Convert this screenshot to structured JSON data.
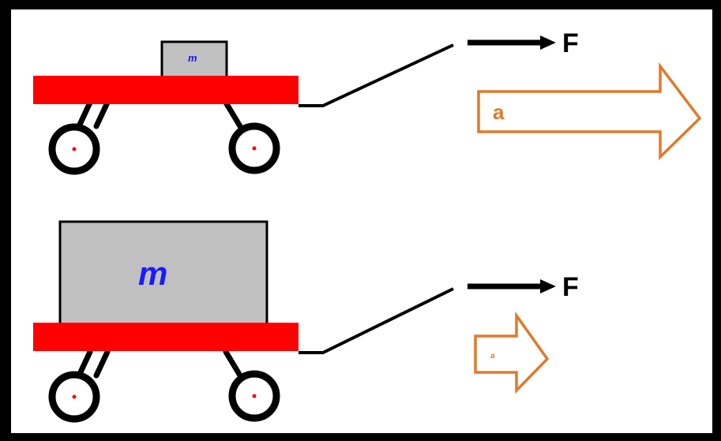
{
  "colors": {
    "background": "#000000",
    "canvas": "#ffffff",
    "cart": "#ff0000",
    "block": "#c0c0c0",
    "mass_label": "#1a1aff",
    "accel_arrow": "#e07a2a",
    "force_arrow": "#000000",
    "wheel_center": "#ff0000"
  },
  "top_scene": {
    "mass_label": "m",
    "force_label": "F",
    "accel_label": "a"
  },
  "bottom_scene": {
    "mass_label": "m",
    "force_label": "F",
    "accel_label": "a"
  }
}
